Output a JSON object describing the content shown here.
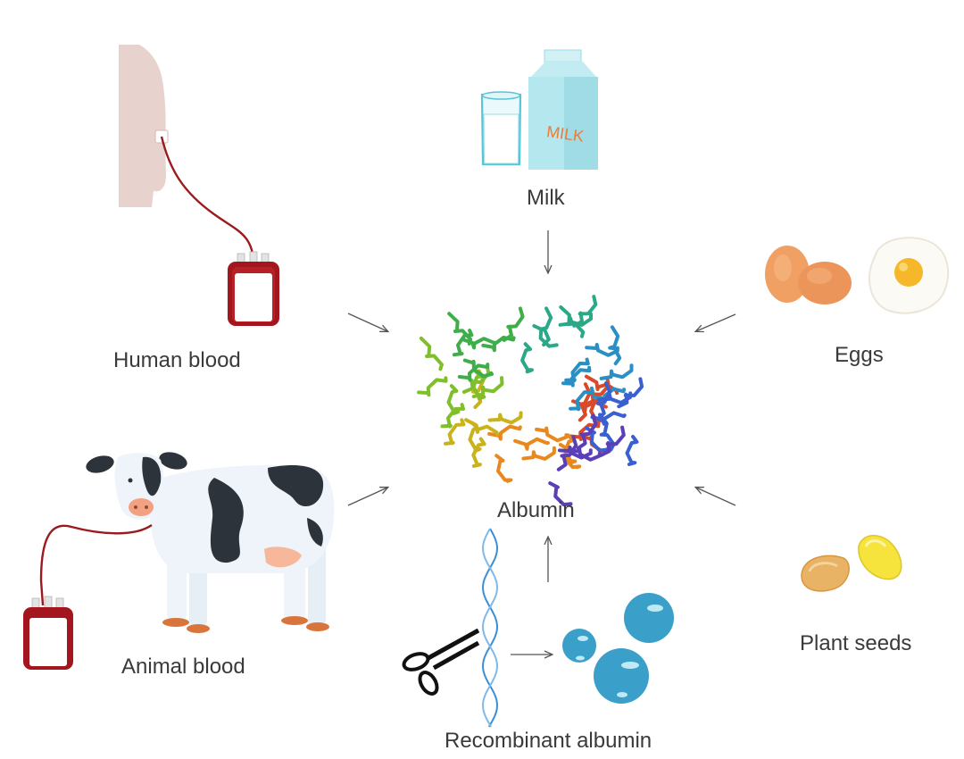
{
  "labels": {
    "milk": "Milk",
    "human_blood": "Human blood",
    "eggs": "Eggs",
    "albumin": "Albumin",
    "animal_blood": "Animal blood",
    "plant_seeds": "Plant seeds",
    "recombinant_albumin": "Recombinant albumin",
    "milk_carton_text": "MILK"
  },
  "colors": {
    "arrow": "#555555",
    "blood": "#a3161e",
    "milk_carton": "#a8e3ea",
    "egg": "#f0a062",
    "yolk": "#f6b82a",
    "seed_tan": "#e9b366",
    "seed_yellow": "#f6e43c",
    "bubble": "#3aa0c9",
    "dna": "#3a8fd6",
    "silhouette": "#e7d0cc"
  },
  "icons": [
    "human-silhouette-icon",
    "blood-bag-icon",
    "milk-glass-icon",
    "milk-carton-icon",
    "eggs-icon",
    "fried-egg-icon",
    "cow-icon",
    "plant-seeds-icon",
    "scissors-icon",
    "dna-helix-icon",
    "albumin-bubbles-icon",
    "albumin-protein-icon"
  ]
}
